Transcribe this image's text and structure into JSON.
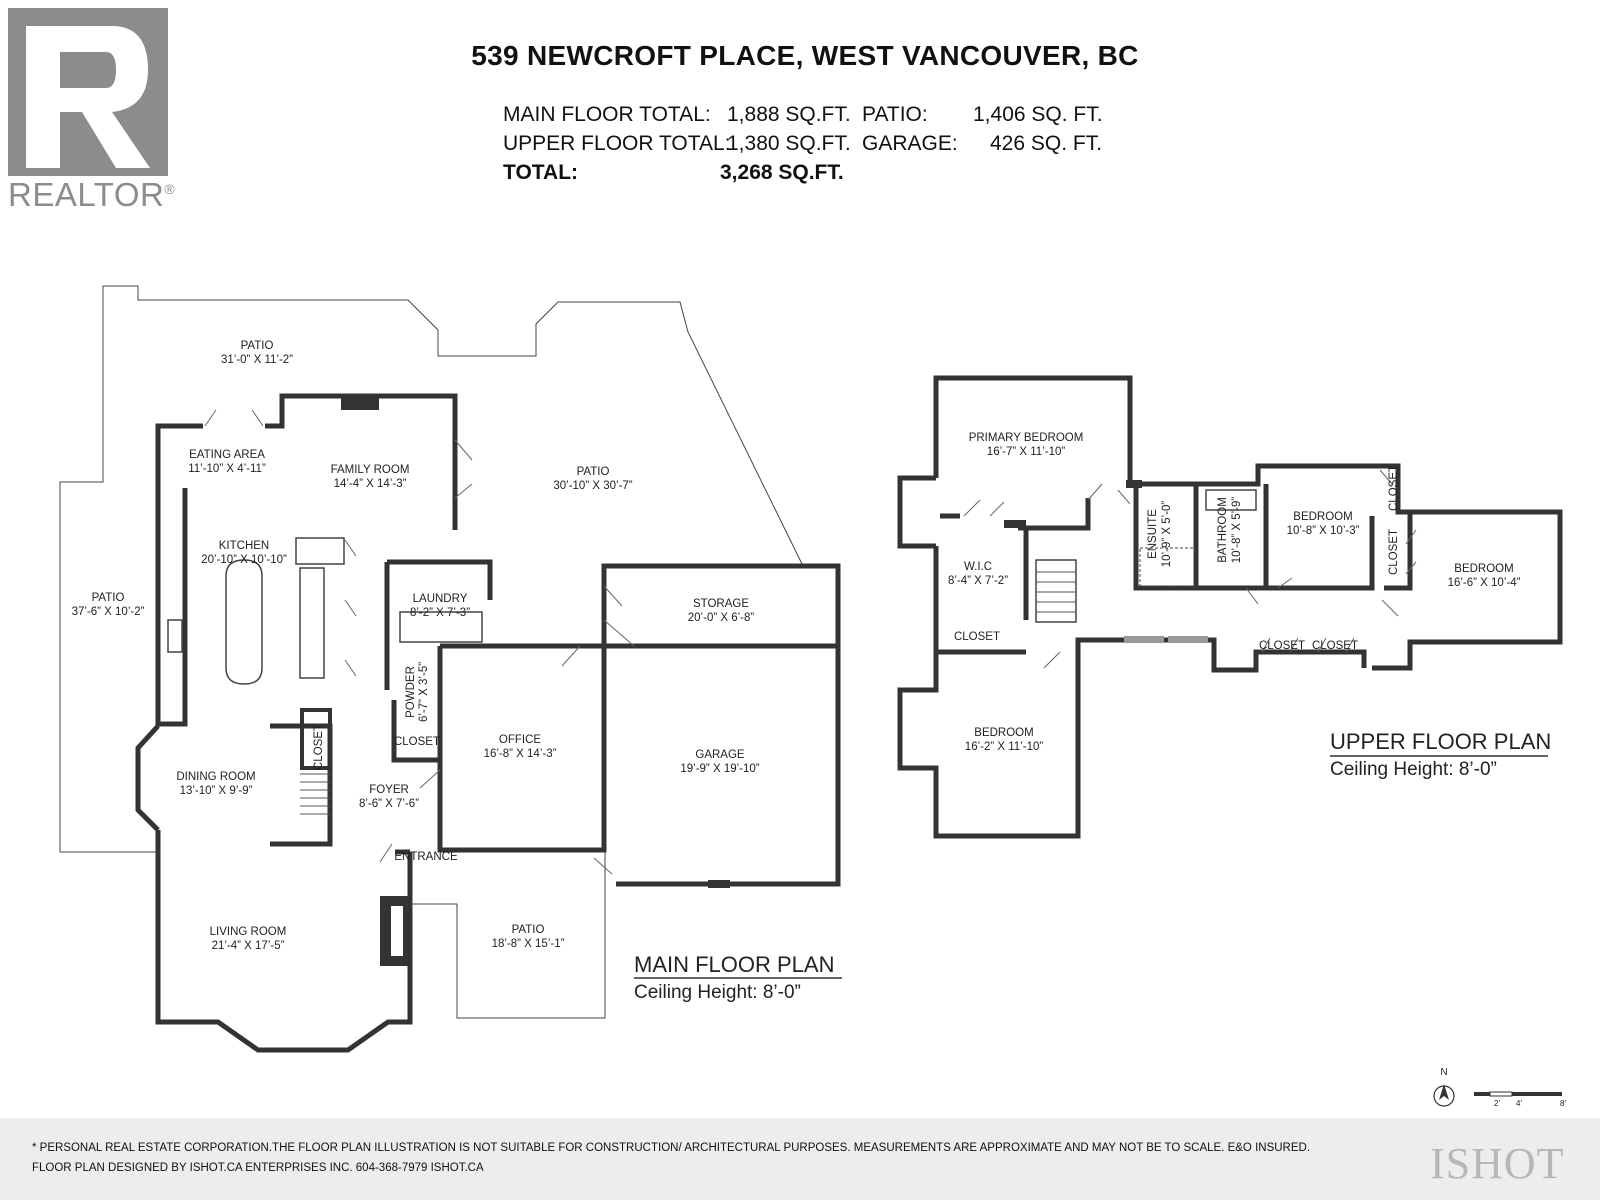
{
  "brand": {
    "logo_text": "REALTOR"
  },
  "title": "539 NEWCROFT PLACE, WEST VANCOUVER, BC",
  "stats": {
    "main_label": "MAIN FLOOR TOTAL:",
    "main_value": "1,888 SQ.FT.",
    "patio_label": "PATIO:",
    "patio_value": "1,406 SQ. FT.",
    "upper_label": "UPPER FLOOR TOTAL:",
    "upper_value": "1,380 SQ.FT.",
    "garage_label": "GARAGE:",
    "garage_value": "426 SQ. FT.",
    "total_label": "TOTAL:",
    "total_value": "3,268 SQ.FT."
  },
  "main_floor": {
    "title": "MAIN FLOOR PLAN",
    "ceiling": "Ceiling Height: 8’-0”",
    "rooms": {
      "patio_top": {
        "name": "PATIO",
        "dim": "31’-0” X 11’-2”"
      },
      "eating": {
        "name": "EATING AREA",
        "dim": "11’-10” X 4’-11”"
      },
      "family": {
        "name": "FAMILY ROOM",
        "dim": "14’-4” X 14’-3”"
      },
      "patio_right": {
        "name": "PATIO",
        "dim": "30’-10” X 30’-7”"
      },
      "kitchen": {
        "name": "KITCHEN",
        "dim": "20’-10” X 10’-10”"
      },
      "patio_left": {
        "name": "PATIO",
        "dim": "37’-6” X 10’-2”"
      },
      "laundry": {
        "name": "LAUNDRY",
        "dim": "8’-2” X 7’-3”"
      },
      "storage": {
        "name": "STORAGE",
        "dim": "20’-0” X 6’-8”"
      },
      "powder": {
        "name": "POWDER",
        "dim": "6’-7” X 3’-5”"
      },
      "closet_a": {
        "name": "CLOSET"
      },
      "closet_b": {
        "name": "CLOSET"
      },
      "office": {
        "name": "OFFICE",
        "dim": "16’-8” X 14’-3”"
      },
      "garage": {
        "name": "GARAGE",
        "dim": "19’-9” X 19’-10”"
      },
      "dining": {
        "name": "DINING ROOM",
        "dim": "13’-10” X 9’-9”"
      },
      "foyer": {
        "name": "FOYER",
        "dim": "8’-6” X 7’-6”"
      },
      "entrance": {
        "name": "ENTRANCE"
      },
      "living": {
        "name": "LIVING ROOM",
        "dim": "21’-4” X 17’-5”"
      },
      "patio_front": {
        "name": "PATIO",
        "dim": "18’-8” X 15’-1”"
      }
    }
  },
  "upper_floor": {
    "title": "UPPER FLOOR PLAN",
    "ceiling": "Ceiling Height: 8’-0”",
    "rooms": {
      "primary": {
        "name": "PRIMARY BEDROOM",
        "dim": "16’-7” X 11’-10”"
      },
      "ensuite": {
        "name": "ENSUITE",
        "dim": "10’-9” X 5’-0”"
      },
      "bathroom": {
        "name": "BATHROOM",
        "dim": "10’-8” X 5’-9”"
      },
      "bedroom_a": {
        "name": "BEDROOM",
        "dim": "10’-8” X 10’-3”"
      },
      "bedroom_b": {
        "name": "BEDROOM",
        "dim": "16’-6” X 10’-4”"
      },
      "wic": {
        "name": "W.I.C",
        "dim": "8’-4” X 7’-2”"
      },
      "closet_1": {
        "name": "CLOSET"
      },
      "closet_2": {
        "name": "CLOSET"
      },
      "closet_3": {
        "name": "CLOSET"
      },
      "closet_4": {
        "name": "CLOSET"
      },
      "closet_5": {
        "name": "CLOSET"
      },
      "bedroom_c": {
        "name": "BEDROOM",
        "dim": "16’-2” X 11’-10”"
      }
    }
  },
  "compass": "N",
  "scale_labels": [
    "2'",
    "4'",
    "8'"
  ],
  "footer": {
    "line1": "* PERSONAL REAL ESTATE CORPORATION.THE FLOOR PLAN ILLUSTRATION IS NOT SUITABLE FOR CONSTRUCTION/ ARCHITECTURAL PURPOSES. MEASUREMENTS ARE APPROXIMATE AND MAY NOT BE TO SCALE. E&O INSURED.",
    "line2": "FLOOR PLAN DESIGNED BY ISHOT.CA ENTERPRISES INC. 604-368-7979  ISHOT.CA",
    "brand": "ISHOT"
  }
}
